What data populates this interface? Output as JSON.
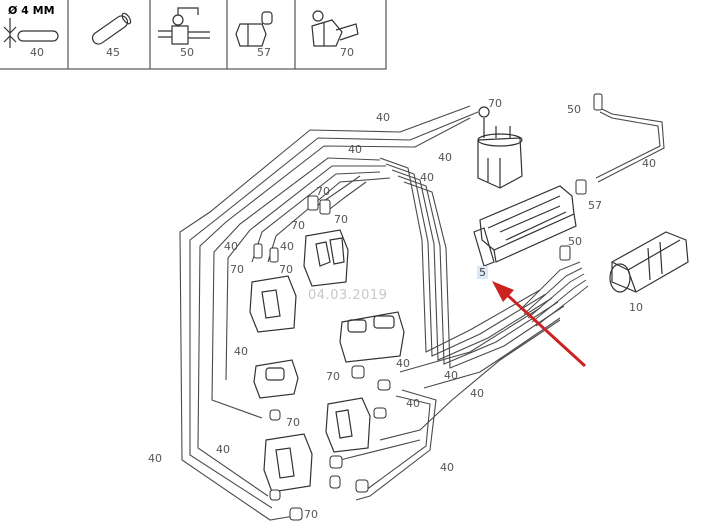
{
  "legend": {
    "diameter_label": "Ø 4 MM",
    "captions": [
      "40",
      "45",
      "50",
      "57",
      "70"
    ]
  },
  "diagram": {
    "labels": {
      "l1": "70",
      "l2": "40",
      "l3": "50",
      "l4": "40",
      "l5": "40",
      "l6": "40",
      "l7": "70",
      "l8": "40",
      "l9": "70",
      "l10": "40",
      "l11": "40",
      "l12": "70",
      "l13": "70",
      "l14": "57",
      "l15": "50",
      "l16": "10",
      "l17": "40",
      "l18": "70",
      "l19": "40",
      "l20": "40",
      "l21": "70",
      "l22": "40",
      "l23": "40",
      "l24": "40",
      "l25": "40",
      "l26": "70",
      "l27": "70",
      "l28": "40"
    },
    "reference_label": "5",
    "watermark": "04.03.2019"
  },
  "colors": {
    "line": "#555555",
    "arrow": "#cc2222",
    "highlight": "#dbe9f7"
  }
}
